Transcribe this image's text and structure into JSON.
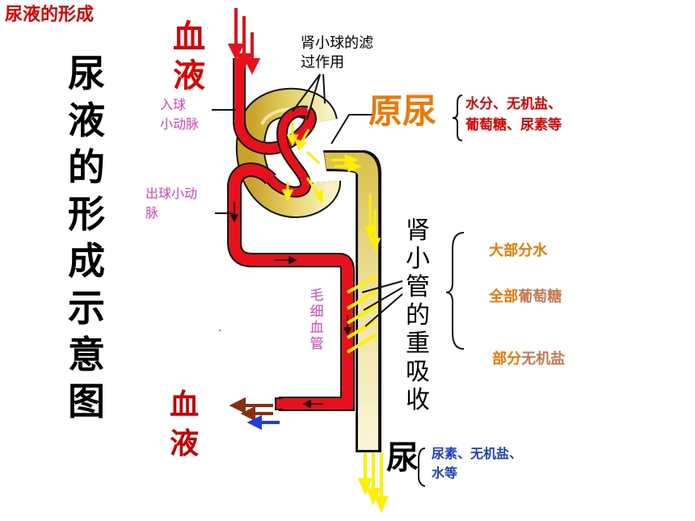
{
  "header": {
    "label": "尿液的形成",
    "color": "#e00000"
  },
  "main_title": "尿液的形成示意图",
  "blood_in": "血液",
  "blood_out": "血液",
  "afferent_arteriole": "入球\n小动脉",
  "efferent_arteriole": "出球小动\n脉",
  "capillary": "毛细血管",
  "glomerulus_filtration": "肾小球的滤\n过作用",
  "primary_urine": {
    "title": "原尿",
    "components": "水分、无机盐、\n葡萄糖、尿素等"
  },
  "tubule_reabsorption": {
    "title": "肾小管的重吸收",
    "items": [
      {
        "lead": "大部分",
        "rest": "水"
      },
      {
        "lead": "全部",
        "rest": "葡萄糖"
      },
      {
        "lead": "部分",
        "rest": "无机盐"
      }
    ]
  },
  "urine": {
    "title": "尿",
    "components": "尿素、无机盐、\n水等"
  },
  "colors": {
    "blood_red": "#e8101a",
    "title_red": "#e00000",
    "urine_gold": "#c9a227",
    "urine_light": "#f3e9a8",
    "arrow_yellow": "#ffef00",
    "label_pink": "#e040c0",
    "label_orange": "#f07800",
    "label_tan": "#c87850",
    "label_blue": "#1a3fc8",
    "arrow_brown": "#8b2d10",
    "arrow_blue": "#1a3fe8"
  },
  "icons": [
    "blood-inflow-arrows",
    "filtration-arrows",
    "reabsorption-arrows",
    "blood-outflow-arrows",
    "urine-outflow-arrows"
  ]
}
